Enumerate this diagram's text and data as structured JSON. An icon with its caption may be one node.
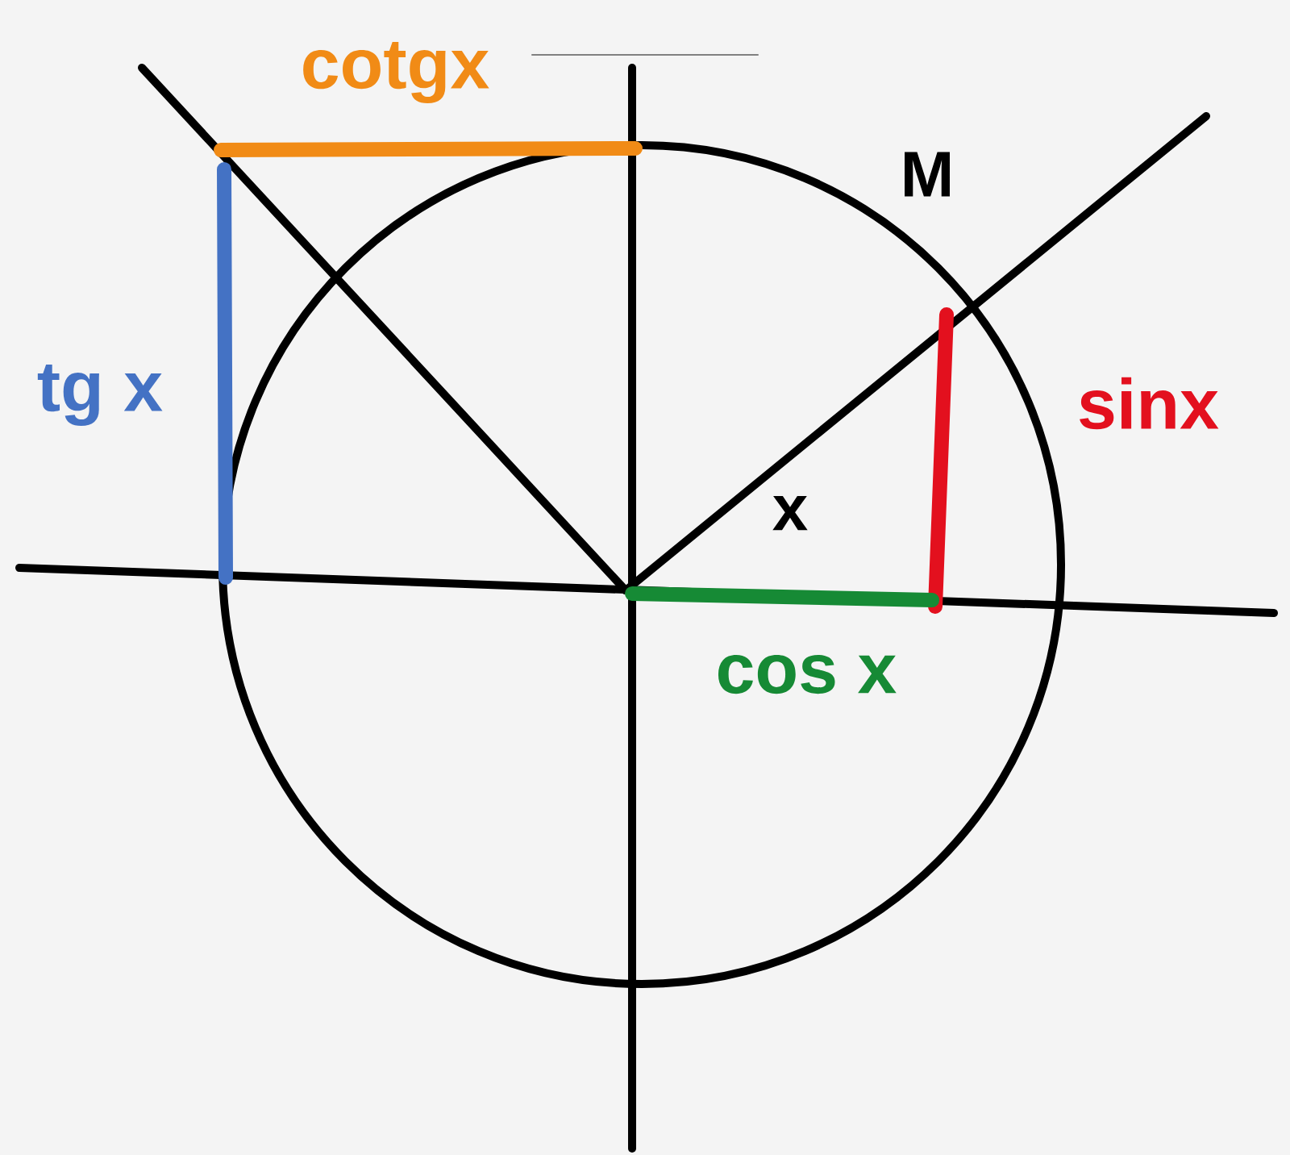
{
  "diagram": {
    "labels": [
      "cotgx",
      "M",
      "tg x",
      "sinx",
      "x",
      "cos x"
    ]
  }
}
